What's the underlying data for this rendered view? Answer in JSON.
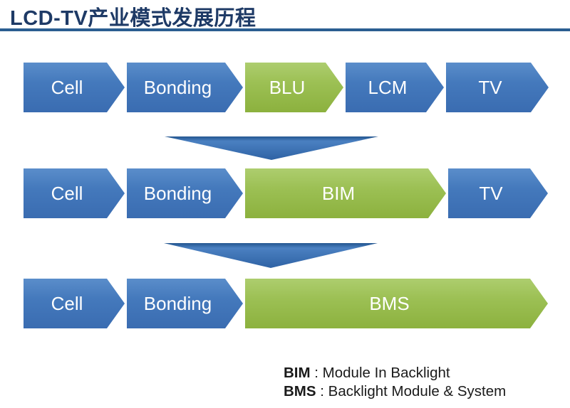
{
  "title": "LCD-TV产业模式发展历程",
  "rows": [
    {
      "items": [
        {
          "label": "Cell",
          "color": "blue"
        },
        {
          "label": "Bonding",
          "color": "blue"
        },
        {
          "label": "BLU",
          "color": "green"
        },
        {
          "label": "LCM",
          "color": "blue"
        },
        {
          "label": "TV",
          "color": "blue"
        }
      ]
    },
    {
      "items": [
        {
          "label": "Cell",
          "color": "blue"
        },
        {
          "label": "Bonding",
          "color": "blue"
        },
        {
          "label": "BIM",
          "color": "green"
        },
        {
          "label": "TV",
          "color": "blue"
        }
      ]
    },
    {
      "items": [
        {
          "label": "Cell",
          "color": "blue"
        },
        {
          "label": "Bonding",
          "color": "blue"
        },
        {
          "label": "BMS",
          "color": "green"
        }
      ]
    }
  ],
  "legend": [
    {
      "term": "BIM",
      "sep": " : ",
      "definition": "Module In Backlight"
    },
    {
      "term": "BMS",
      "sep": " : ",
      "definition": "Backlight Module & System"
    }
  ],
  "colors": {
    "title_text": "#1e3a66",
    "rule": "#2b5e91",
    "blue_arrow_top": "#5a8dca",
    "blue_arrow_bottom": "#3a6cb1",
    "green_arrow_top": "#adcd6e",
    "green_arrow_bottom": "#8cb13e",
    "triangle_top": "#24568f",
    "triangle_bottom": "#2e62a4",
    "arrow_text": "#ffffff",
    "legend_text": "#1a1a1a"
  }
}
